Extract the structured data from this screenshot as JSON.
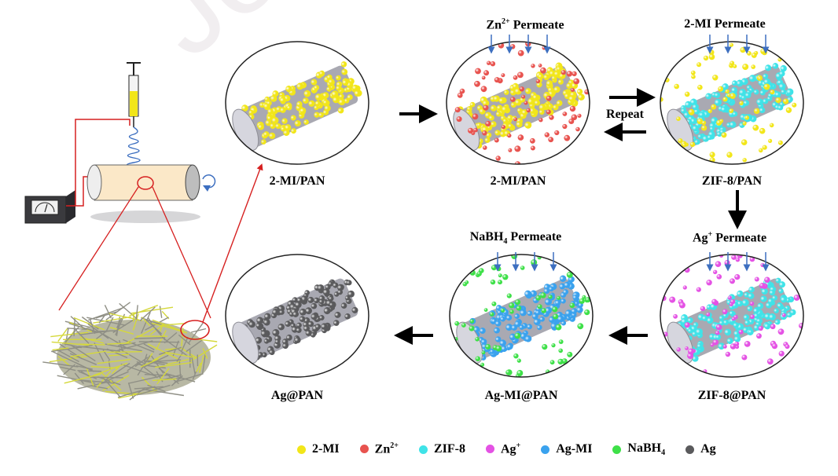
{
  "watermark": "Journal",
  "stages": [
    {
      "id": "s1",
      "label": "2-MI/PAN",
      "header": "",
      "fiber_color": "#d6d6de",
      "coat": "#f2e619",
      "free": "",
      "free_color": ""
    },
    {
      "id": "s2",
      "label": "2-MI/PAN",
      "header": "Zn2+ Permeate",
      "fiber_color": "#d6d6de",
      "coat": "#f2e619",
      "free": "zn",
      "free_color": "#e8534f"
    },
    {
      "id": "s3",
      "label": "ZIF-8/PAN",
      "header": "2-MI Permeate",
      "fiber_color": "#d6d6de",
      "coat": "#3fe3e8",
      "free": "mi",
      "free_color": "#f2e619"
    },
    {
      "id": "s4",
      "label": "ZIF-8@PAN",
      "header": "Ag+ Permeate",
      "fiber_color": "#d6d6de",
      "coat": "#3fe3e8",
      "free": "ag",
      "free_color": "#e452e4"
    },
    {
      "id": "s5",
      "label": "Ag-MI@PAN",
      "header": "NaBH4 Permeate",
      "fiber_color": "#d6d6de",
      "coat": "#3aa2ee",
      "free": "na",
      "free_color": "#3ee048"
    },
    {
      "id": "s6",
      "label": "Ag@PAN",
      "header": "",
      "fiber_color": "#d6d6de",
      "coat": "#5a5a5c",
      "free": "",
      "free_color": ""
    }
  ],
  "headers": {
    "zn_main": "Zn",
    "zn_sup": "2+",
    "zn_rest": " Permeate",
    "mi": "2-MI Permeate",
    "ag_main": "Ag",
    "ag_sup": "+",
    "ag_rest": " Permeate",
    "na_main": "NaBH",
    "na_sub": "4",
    "na_rest": " Permeate"
  },
  "labels": {
    "s1": "2-MI/PAN",
    "s2": "2-MI/PAN",
    "s3": "ZIF-8/PAN",
    "s4": "ZIF-8@PAN",
    "s5": "Ag-MI@PAN",
    "s6": "Ag@PAN"
  },
  "repeat_label": "Repeat",
  "legend": [
    {
      "main": "2-MI",
      "sup": "",
      "sub": "",
      "color": "#f2e619"
    },
    {
      "main": "Zn",
      "sup": "2+",
      "sub": "",
      "color": "#e8534f"
    },
    {
      "main": "ZIF-8",
      "sup": "",
      "sub": "",
      "color": "#3fe3e8"
    },
    {
      "main": "Ag",
      "sup": "+",
      "sub": "",
      "color": "#e452e4"
    },
    {
      "main": "Ag-MI",
      "sup": "",
      "sub": "",
      "color": "#3aa2ee"
    },
    {
      "main": "NaBH",
      "sup": "",
      "sub": "4",
      "color": "#3ee048"
    },
    {
      "main": "Ag",
      "sup": "",
      "sub": "",
      "color": "#5a5a5c"
    }
  ],
  "colors": {
    "arrow": "#000000",
    "blue_arrow": "#3d6fc0",
    "red_line": "#d62020",
    "ellipse_stroke": "#222222"
  }
}
